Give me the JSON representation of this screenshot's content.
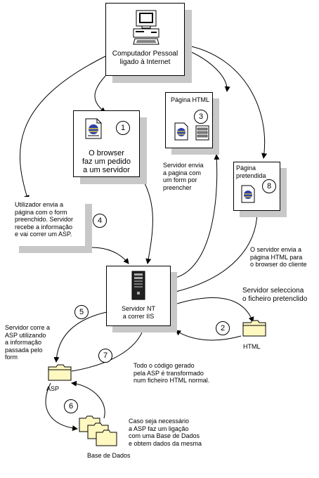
{
  "nodes": {
    "pc_label": "Computador Pessoal\nligado à Internet",
    "browser_label": "O browser\nfaz um pedido\na um servidor",
    "html_form_page_title": "Página HTML",
    "requested_page_title": "Página\npretendida",
    "server_label": "Servidor NT\na correr IIS",
    "html_file_label": "HTML",
    "asp_file_label": "ASP",
    "database_label": "Base de Dados"
  },
  "step_numbers": {
    "s1": "1",
    "s2": "2",
    "s3": "3",
    "s4": "4",
    "s5": "5",
    "s6": "6",
    "s7": "7",
    "s8": "8"
  },
  "annotations": {
    "user_submits": "Utilizador envia a\npágina com o form\npreenchido. Servidor\nrecebe a informação\ne vai correr um ASP.",
    "server_sends_form": "Servidor envia\na pagina com\num form por\npreencher",
    "server_sends_html": "O servidor envia a\npágina HTML para\no browser do cliente",
    "server_selects_file": "Servidor selecciona\no ficheiro pretenclido",
    "server_runs_asp": "Servidor corre a\nASP utilizando\na informação\npassada pelo\nform",
    "code_transformed": "Todo o código gerado\npela ASP é transformado\nnum ficheiro HTML normal.",
    "db_connection": "Caso seja necessário\na ASP faz um ligação\ncom uma Base de Dados\ne obtem dados da mesma"
  },
  "colors": {
    "shadow": "#c8c8c8",
    "folder": "#fff8c0",
    "doc_globe": "#2f3fa8",
    "doc_globe_band": "#e0d040"
  }
}
